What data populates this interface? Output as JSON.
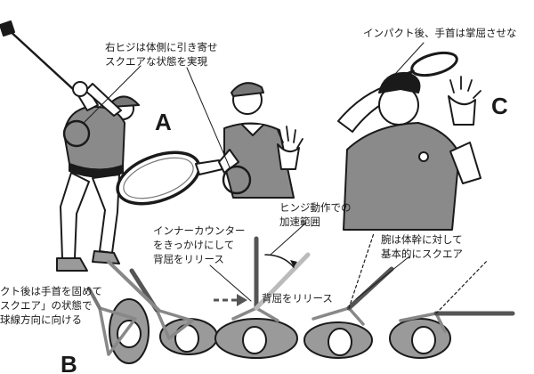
{
  "labels": {
    "a": "A",
    "b": "B",
    "c": "C"
  },
  "captions": {
    "elbow_line1": "右ヒジは体側に引き寄せ",
    "elbow_line2": "スクエアな状態を実現",
    "impact_c": "インパクト後、手首は掌屈させな",
    "hinge_line1": "ヒンジ動作での",
    "hinge_line2": "加速範囲",
    "inner_line1": "インナーカウンター",
    "inner_line2": "をきっかけにして",
    "inner_line3": "背屈をリリース",
    "release": "背屈をリリース",
    "arm_line1": "腕は体幹に対して",
    "arm_line2": "基本的にスクエア",
    "left_line1": "クト後は手首を固めて",
    "left_line2": "スクエア」の状態で",
    "left_line3": "球線方向に向ける"
  },
  "colors": {
    "ink": "#1a1a1a",
    "shirt": "#8a8a8a",
    "skin": "#ffffff",
    "shadow": "#9a9a9a",
    "arrow": "#555555"
  }
}
